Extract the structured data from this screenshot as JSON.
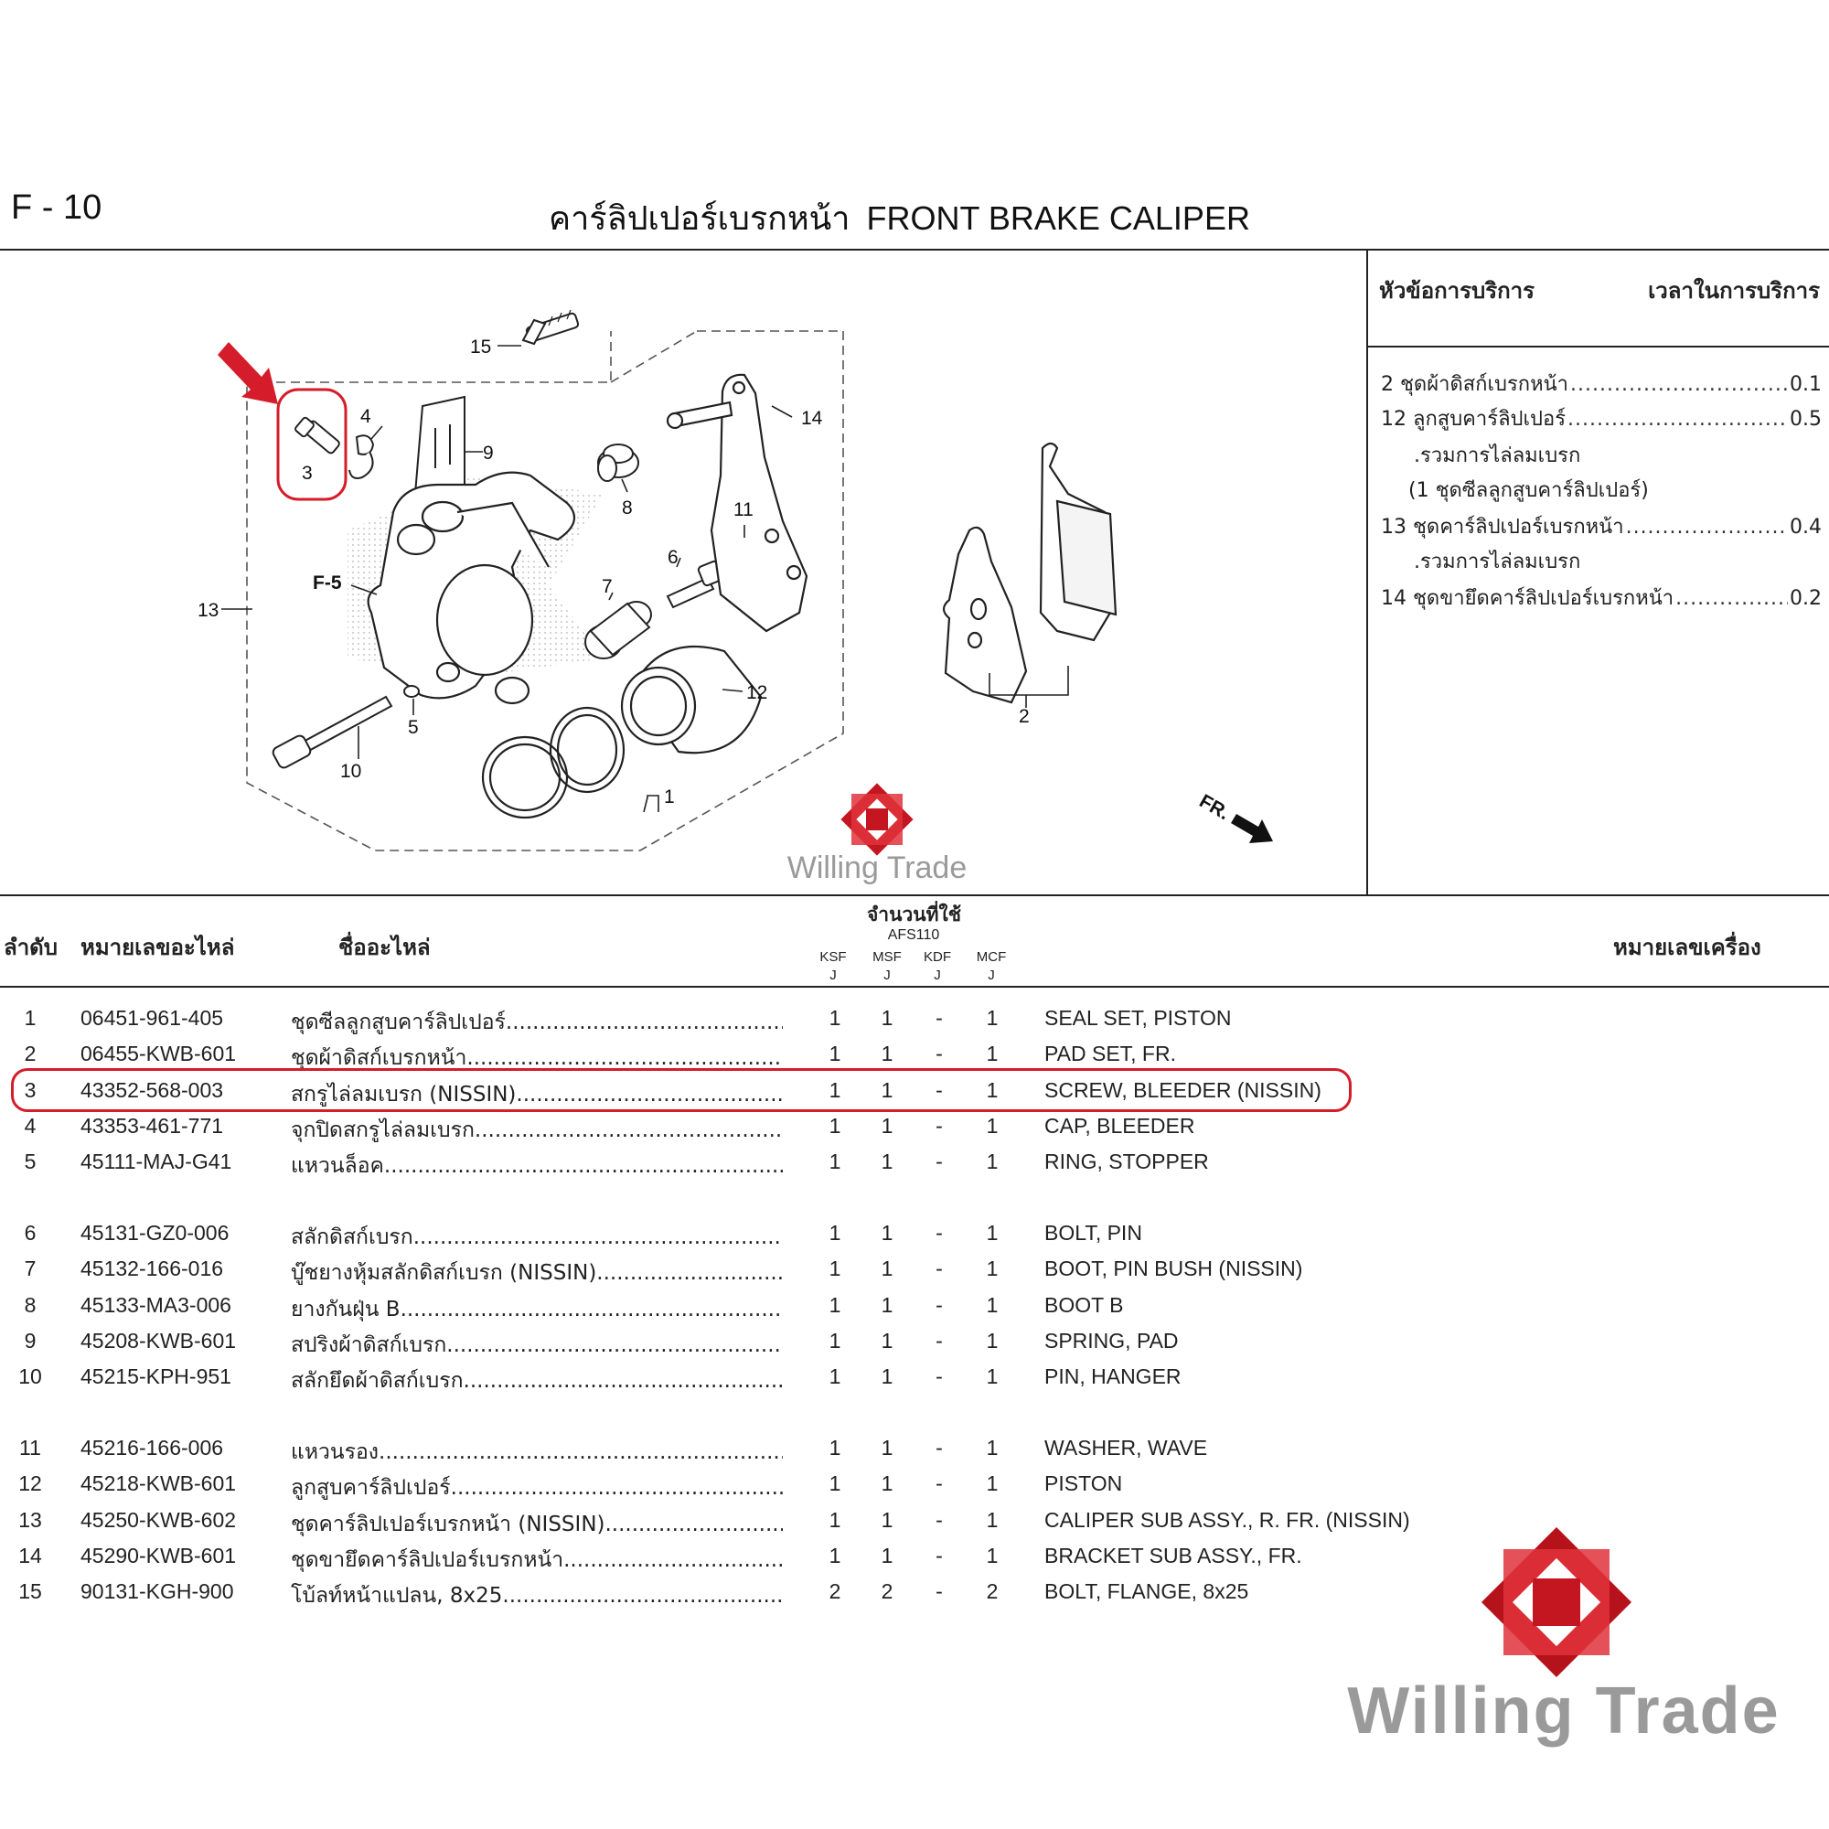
{
  "header": {
    "page_code": "F - 10",
    "title_th": "คาร์ลิปเปอร์เบรกหน้า",
    "title_en": "FRONT BRAKE CALIPER"
  },
  "diagram": {
    "callouts": [
      "1",
      "2",
      "3",
      "4",
      "5",
      "6",
      "7",
      "8",
      "9",
      "10",
      "11",
      "12",
      "13",
      "14",
      "15"
    ],
    "ref_label": "F-5",
    "fr_label": "FR.",
    "highlight_color": "#d51c2a"
  },
  "service_panel": {
    "head_left": "หัวข้อการบริการ",
    "head_right": "เวลาในการบริการ",
    "rows": [
      {
        "label": "2 ชุดผ้าดิสก์เบรกหน้า",
        "value": "0.1"
      },
      {
        "label": "12 ลูกสูบคาร์ลิปเปอร์",
        "value": "0.5"
      },
      {
        "label": "13 ชุดคาร์ลิปเปอร์เบรกหน้า",
        "value": "0.4"
      },
      {
        "label": "14 ชุดขายึดคาร์ลิปเปอร์เบรกหน้า",
        "value": "0.2"
      }
    ],
    "notes": [
      ".รวมการไล่ลมเบรก",
      "(1 ชุดซีลลูกสูบคาร์ลิปเปอร์)",
      ".รวมการไล่ลมเบรก"
    ]
  },
  "table": {
    "headers": {
      "no": "ลำดับ",
      "part_no": "หมายเลขอะไหล่",
      "name": "ชื่ออะไหล่",
      "qty": "จำนวนที่ใช้",
      "model": "AFS110",
      "frame": "หมายเลขเครื่อง",
      "cols": [
        {
          "code": "KSF",
          "sub": "J"
        },
        {
          "code": "MSF",
          "sub": "J"
        },
        {
          "code": "KDF",
          "sub": "J"
        },
        {
          "code": "MCF",
          "sub": "J"
        }
      ]
    },
    "rows": [
      {
        "no": "1",
        "part_no": "06451-961-405",
        "name_th": "ชุดซีลลูกสูบคาร์ลิปเปอร์",
        "q1": "1",
        "q2": "1",
        "q3": "-",
        "q4": "1",
        "name_en": "SEAL SET, PISTON"
      },
      {
        "no": "2",
        "part_no": "06455-KWB-601",
        "name_th": "ชุดผ้าดิสก์เบรกหน้า",
        "q1": "1",
        "q2": "1",
        "q3": "-",
        "q4": "1",
        "name_en": "PAD SET, FR."
      },
      {
        "no": "3",
        "part_no": "43352-568-003",
        "name_th": "สกรูไล่ลมเบรก (NISSIN)",
        "q1": "1",
        "q2": "1",
        "q3": "-",
        "q4": "1",
        "name_en": "SCREW, BLEEDER (NISSIN)"
      },
      {
        "no": "4",
        "part_no": "43353-461-771",
        "name_th": "จุกปิดสกรูไล่ลมเบรก",
        "q1": "1",
        "q2": "1",
        "q3": "-",
        "q4": "1",
        "name_en": "CAP, BLEEDER"
      },
      {
        "no": "5",
        "part_no": "45111-MAJ-G41",
        "name_th": "แหวนล็อค",
        "q1": "1",
        "q2": "1",
        "q3": "-",
        "q4": "1",
        "name_en": "RING, STOPPER"
      },
      {
        "no": "6",
        "part_no": "45131-GZ0-006",
        "name_th": "สลักดิสก์เบรก",
        "q1": "1",
        "q2": "1",
        "q3": "-",
        "q4": "1",
        "name_en": "BOLT, PIN"
      },
      {
        "no": "7",
        "part_no": "45132-166-016",
        "name_th": "บู๊ชยางหุ้มสลักดิสก์เบรก (NISSIN)",
        "q1": "1",
        "q2": "1",
        "q3": "-",
        "q4": "1",
        "name_en": "BOOT, PIN BUSH (NISSIN)"
      },
      {
        "no": "8",
        "part_no": "45133-MA3-006",
        "name_th": "ยางกันฝุ่น B",
        "q1": "1",
        "q2": "1",
        "q3": "-",
        "q4": "1",
        "name_en": "BOOT B"
      },
      {
        "no": "9",
        "part_no": "45208-KWB-601",
        "name_th": "สปริงผ้าดิสก์เบรก",
        "q1": "1",
        "q2": "1",
        "q3": "-",
        "q4": "1",
        "name_en": "SPRING, PAD"
      },
      {
        "no": "10",
        "part_no": "45215-KPH-951",
        "name_th": "สลักยึดผ้าดิสก์เบรก",
        "q1": "1",
        "q2": "1",
        "q3": "-",
        "q4": "1",
        "name_en": "PIN, HANGER"
      },
      {
        "no": "11",
        "part_no": "45216-166-006",
        "name_th": "แหวนรอง",
        "q1": "1",
        "q2": "1",
        "q3": "-",
        "q4": "1",
        "name_en": "WASHER, WAVE"
      },
      {
        "no": "12",
        "part_no": "45218-KWB-601",
        "name_th": "ลูกสูบคาร์ลิปเปอร์",
        "q1": "1",
        "q2": "1",
        "q3": "-",
        "q4": "1",
        "name_en": "PISTON"
      },
      {
        "no": "13",
        "part_no": "45250-KWB-602",
        "name_th": "ชุดคาร์ลิปเปอร์เบรกหน้า (NISSIN)",
        "q1": "1",
        "q2": "1",
        "q3": "-",
        "q4": "1",
        "name_en": "CALIPER SUB ASSY., R. FR. (NISSIN)"
      },
      {
        "no": "14",
        "part_no": "45290-KWB-601",
        "name_th": "ชุดขายึดคาร์ลิปเปอร์เบรกหน้า",
        "q1": "1",
        "q2": "1",
        "q3": "-",
        "q4": "1",
        "name_en": "BRACKET SUB ASSY., FR."
      },
      {
        "no": "15",
        "part_no": "90131-KGH-900",
        "name_th": "โบ้ลท์หน้าแปลน, 8x25",
        "q1": "2",
        "q2": "2",
        "q3": "-",
        "q4": "2",
        "name_en": "BOLT, FLANGE, 8x25"
      }
    ]
  },
  "watermark": {
    "text": "Willing Trade",
    "logo_color": "#c41620"
  }
}
